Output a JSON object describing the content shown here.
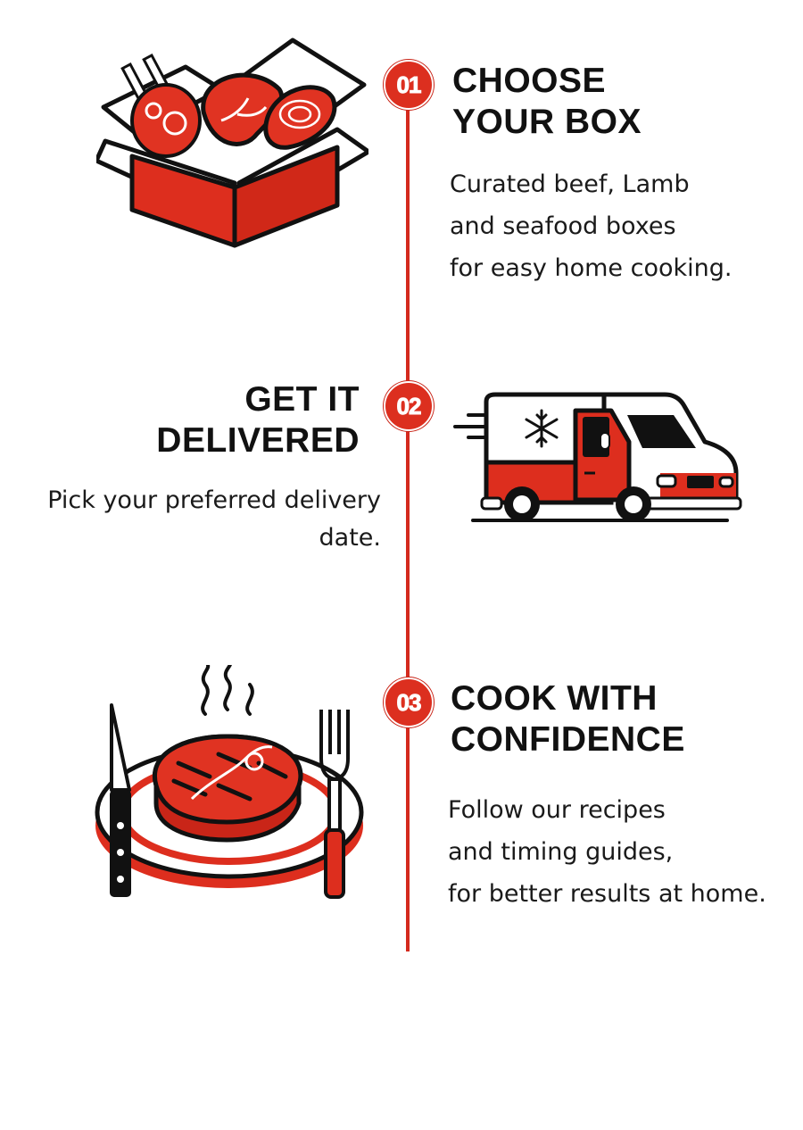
{
  "colors": {
    "accent": "#dc2f1f",
    "text": "#111111",
    "background": "#ffffff"
  },
  "steps": [
    {
      "number": "01",
      "title_lines": [
        "CHOOSE",
        "YOUR BOX"
      ],
      "desc_lines": [
        "Curated beef, Lamb",
        "and seafood boxes",
        "for easy home cooking."
      ],
      "icon": "meat-box-icon"
    },
    {
      "number": "02",
      "title_lines": [
        "GET IT",
        "DELIVERED"
      ],
      "desc_lines": [
        "Pick your preferred delivery",
        "date."
      ],
      "icon": "refrigerated-van-icon"
    },
    {
      "number": "03",
      "title_lines": [
        "COOK WITH",
        "CONFIDENCE"
      ],
      "desc_lines": [
        "Follow our recipes",
        "and timing guides,",
        "for better results at home."
      ],
      "icon": "steak-plate-icon"
    }
  ]
}
